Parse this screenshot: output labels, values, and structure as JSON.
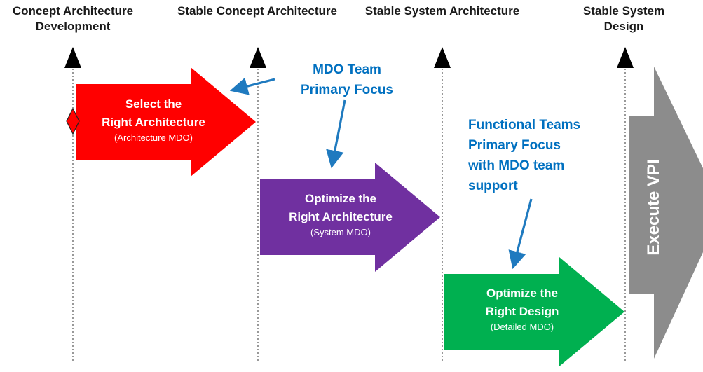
{
  "milestones": [
    {
      "id": "concept-dev",
      "label_line1": "Concept Architecture",
      "label_line2": "Development"
    },
    {
      "id": "stable-concept",
      "label_line1": "Stable Concept Architecture",
      "label_line2": ""
    },
    {
      "id": "stable-system-arch",
      "label_line1": "Stable System Architecture",
      "label_line2": ""
    },
    {
      "id": "stable-design",
      "label_line1": "Stable System",
      "label_line2": "Design"
    }
  ],
  "phases": [
    {
      "id": "select",
      "title_line1": "Select the",
      "title_line2": "Right Architecture",
      "subtitle": "(Architecture MDO)",
      "color": "#ff0000"
    },
    {
      "id": "optimize-arch",
      "title_line1": "Optimize the",
      "title_line2": "Right Architecture",
      "subtitle": "(System MDO)",
      "color": "#7030a0"
    },
    {
      "id": "optimize-design",
      "title_line1": "Optimize the",
      "title_line2": "Right Design",
      "subtitle": "(Detailed MDO)",
      "color": "#00b050"
    }
  ],
  "execute": {
    "label": "Execute VPI",
    "color": "#8c8c8c"
  },
  "notes": {
    "mdo_team": {
      "line1": "MDO Team",
      "line2": "Primary Focus",
      "color": "#0070c0"
    },
    "functional": {
      "line1": "Functional Teams",
      "line2": "Primary Focus",
      "line3": "with MDO team",
      "line4": "support",
      "color": "#0070c0"
    }
  },
  "colors": {
    "milestone_marker": "#000000",
    "diamond": "#ff0000",
    "callout_arrow": "#1f7abf"
  }
}
